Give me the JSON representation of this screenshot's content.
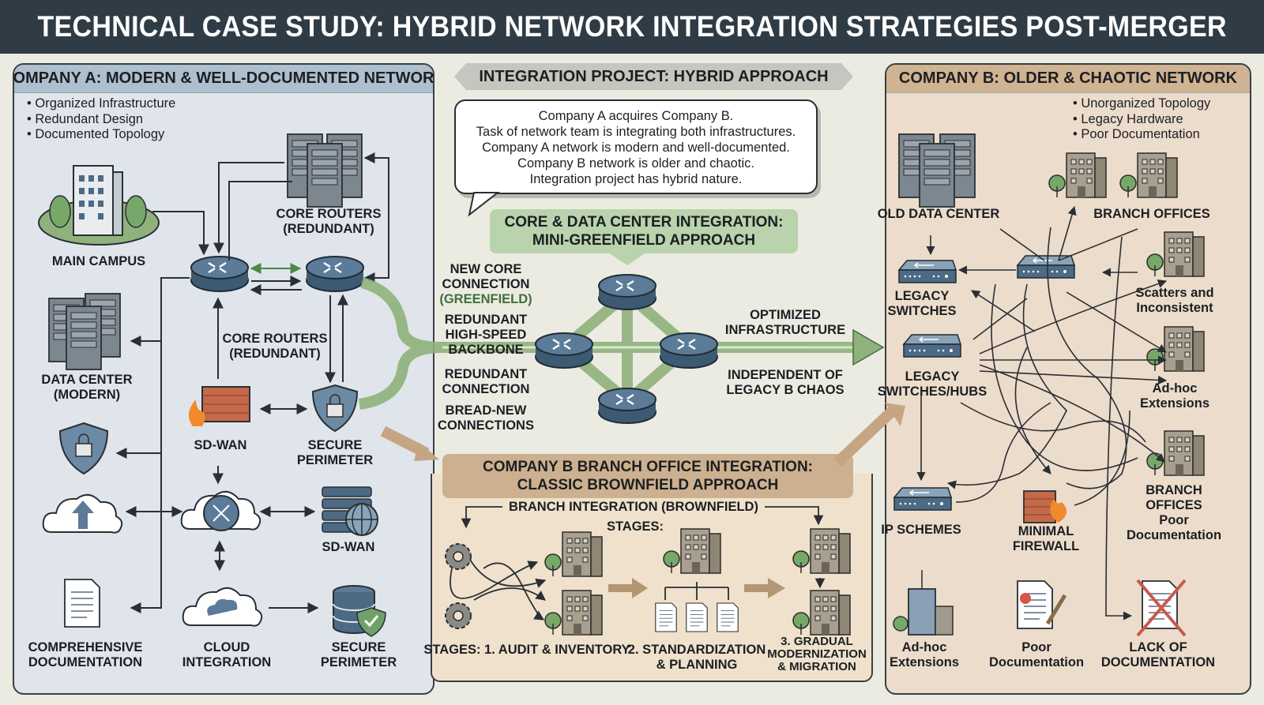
{
  "header": {
    "title": "TECHNICAL CASE STUDY: HYBRID NETWORK INTEGRATION STRATEGIES POST-MERGER"
  },
  "company_a": {
    "title": "COMPANY A: MODERN & WELL-DOCUMENTED NETWORK",
    "bullets": [
      "Organized Infrastructure",
      "Redundant Design",
      "Documented Topology"
    ],
    "labels": {
      "main_campus": "MAIN CAMPUS",
      "core_routers_top_1": "CORE ROUTERS",
      "core_routers_top_2": "(REDUNDANT)",
      "core_routers_mid_1": "CORE ROUTERS",
      "core_routers_mid_2": "(REDUNDANT)",
      "data_center_1": "DATA CENTER",
      "data_center_2": "(MODERN)",
      "sdwan_firewall": "SD-WAN",
      "secure_perimeter_top_1": "SECURE",
      "secure_perimeter_top_2": "PERIMETER",
      "sdwan_server": "SD-WAN",
      "documentation_1": "COMPREHENSIVE",
      "documentation_2": "DOCUMENTATION",
      "cloud_1": "CLOUD",
      "cloud_2": "INTEGRATION",
      "secure_perimeter_bottom_1": "SECURE",
      "secure_perimeter_bottom_2": "PERIMETER"
    }
  },
  "integration": {
    "banner": "INTEGRATION PROJECT: HYBRID APPROACH",
    "speech_lines": [
      "Company A acquires Company B.",
      "Task of network team is integrating both infrastructures.",
      "Company A network is modern and well-documented.",
      "Company B network is older and chaotic.",
      "Integration project has hybrid nature."
    ],
    "core_title_1": "CORE & DATA CENTER INTEGRATION:",
    "core_title_2": "MINI-GREENFIELD APPROACH",
    "left_labels": {
      "new_core_1": "NEW CORE",
      "new_core_2": "CONNECTION",
      "new_core_3": "(GREENFIELD)",
      "backbone_1": "REDUNDANT",
      "backbone_2": "HIGH-SPEED",
      "backbone_3": "BACKBONE",
      "redundant_1": "REDUNDANT",
      "redundant_2": "CONNECTION",
      "bread_1": "BREAD-NEW",
      "bread_2": "CONNECTIONS"
    },
    "right_labels": {
      "optimized_1": "OPTIMIZED",
      "optimized_2": "INFRASTRUCTURE",
      "independent_1": "INDEPENDENT OF",
      "independent_2": "LEGACY B CHAOS"
    },
    "branch_title_1": "COMPANY B BRANCH OFFICE INTEGRATION:",
    "branch_title_2": "CLASSIC BROWNFIELD APPROACH",
    "branch_sub": "BRANCH INTEGRATION (BROWNFIELD)",
    "stages_label": "STAGES:",
    "stage_1": "STAGES:  1. AUDIT & INVENTORY",
    "stage_2_1": "2. STANDARDIZATION",
    "stage_2_2": "& PLANNING",
    "stage_3_1": "3. GRADUAL",
    "stage_3_2": "MODERNIZATION",
    "stage_3_3": "& MIGRATION"
  },
  "company_b": {
    "title": "COMPANY B: OLDER & CHAOTIC NETWORK",
    "bullets": [
      "Unorganized Topology",
      "Legacy Hardware",
      "Poor Documentation"
    ],
    "labels": {
      "old_dc": "OLD DATA CENTER",
      "branch_offices_top": "BRANCH OFFICES",
      "legacy_switches_1": "LEGACY",
      "legacy_switches_2": "SWITCHES",
      "scatters_1": "Scatters and",
      "scatters_2": "Inconsistent",
      "legacy_hubs_1": "LEGACY",
      "legacy_hubs_2": "SWITCHES/HUBS",
      "adhoc_right_1": "Ad-hoc",
      "adhoc_right_2": "Extensions",
      "ip_schemes": "IP SCHEMES",
      "firewall_1": "MINIMAL",
      "firewall_2": "FIREWALL",
      "branch_offices_right_1": "BRANCH",
      "branch_offices_right_2": "OFFICES",
      "poor_doc_right_1": "Poor",
      "poor_doc_right_2": "Documentation",
      "adhoc_bottom_1": "Ad-hoc",
      "adhoc_bottom_2": "Extensions",
      "poor_doc_bottom_1": "Poor",
      "poor_doc_bottom_2": "Documentation",
      "lack_doc_1": "LACK OF",
      "lack_doc_2": "DOCUMENTATION"
    }
  },
  "colors": {
    "header_bg": "#2f3c45",
    "company_a_bg": "#dfe5ea",
    "company_b_bg": "#ecdccb",
    "greenfield": "#b9d3ad",
    "brownfield": "#cdb08f",
    "router": "#4e6f8c"
  }
}
